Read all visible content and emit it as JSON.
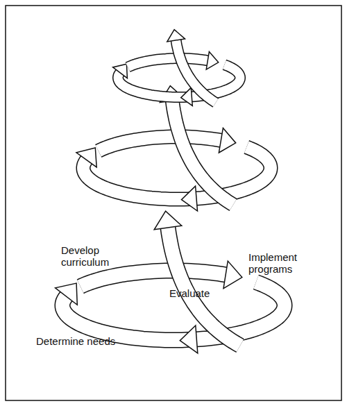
{
  "diagram": {
    "labels": [
      "Develop curriculum",
      "Implement programs",
      "Evaluate",
      "Determine needs"
    ]
  }
}
